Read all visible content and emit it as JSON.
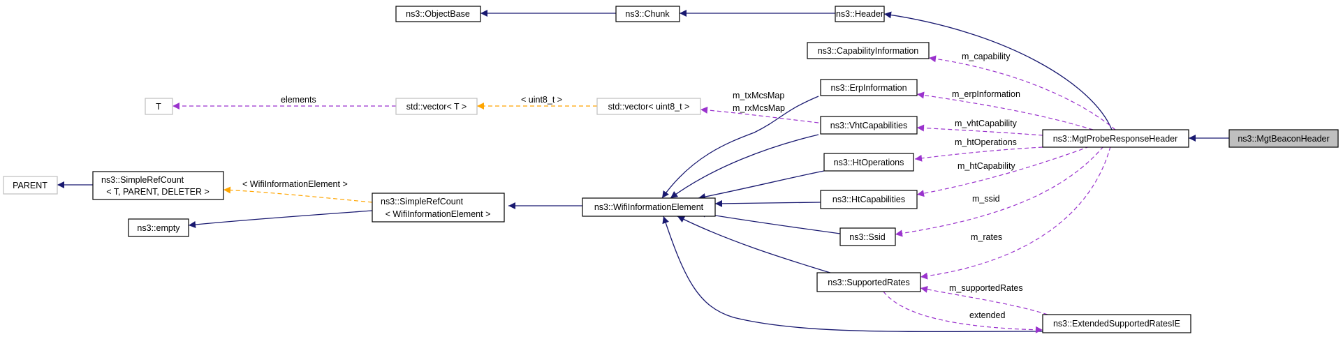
{
  "nodes": {
    "objectbase": "ns3::ObjectBase",
    "chunk": "ns3::Chunk",
    "header": "ns3::Header",
    "capinfo": "ns3::CapabilityInformation",
    "erpinfo": "ns3::ErpInformation",
    "t": "T",
    "vector_t": "std::vector< T >",
    "vector_u8": "std::vector< uint8_t >",
    "vhtcap": "ns3::VhtCapabilities",
    "probe": "ns3::MgtProbeResponseHeader",
    "beacon": "ns3::MgtBeaconHeader",
    "htop": "ns3::HtOperations",
    "parent": "PARENT",
    "srct_1": "ns3::SimpleRefCount",
    "srct_2": "< T, PARENT, DELETER >",
    "srcw_1": "ns3::SimpleRefCount",
    "srcw_2": "< WifiInformationElement >",
    "wie": "ns3::WifiInformationElement",
    "htcap": "ns3::HtCapabilities",
    "empty": "ns3::empty",
    "ssid": "ns3::Ssid",
    "suprates": "ns3::SupportedRates",
    "extrates": "ns3::ExtendedSupportedRatesIE"
  },
  "edge_labels": {
    "m_capability": "m_capability",
    "m_erpInformation": "m_erpInformation",
    "m_txMcsMap": "m_txMcsMap",
    "m_rxMcsMap": "m_rxMcsMap",
    "m_vhtCapability": "m_vhtCapability",
    "m_htOperations": "m_htOperations",
    "m_htCapability": "m_htCapability",
    "m_ssid": "m_ssid",
    "m_rates": "m_rates",
    "m_supportedRates": "m_supportedRates",
    "extended": "extended",
    "elements": "elements",
    "uint8_t": "< uint8_t >",
    "wie_tpl": "< WifiInformationElement >"
  },
  "colors": {
    "inheritance": "#191970",
    "usage": "#9a32cd",
    "template": "#ffa500",
    "focus_fill": "#bfbfbf",
    "ghost_border": "#bfbfbf"
  }
}
